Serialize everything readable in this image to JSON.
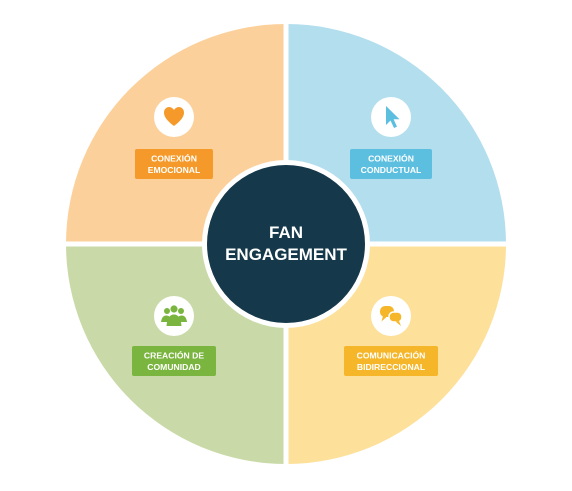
{
  "center": {
    "title_line1": "FAN",
    "title_line2": "ENGAGEMENT",
    "color": "#15384a"
  },
  "quadrants": [
    {
      "id": "emocional",
      "label_line1": "CONEXIÓN",
      "label_line2": "EMOCIONAL",
      "icon": "heart-icon",
      "fill": "#fcd09b",
      "badge": "#f59a2a"
    },
    {
      "id": "conductual",
      "label_line1": "CONEXIÓN",
      "label_line2": "CONDUCTUAL",
      "icon": "cursor-icon",
      "fill": "#b3deee",
      "badge": "#5cbfe0"
    },
    {
      "id": "comunidad",
      "label_line1": "CREACIÓN DE",
      "label_line2": "COMUNIDAD",
      "icon": "people-icon",
      "fill": "#c9daa8",
      "badge": "#7ab53f"
    },
    {
      "id": "bidireccional",
      "label_line1": "COMUNICACIÓN",
      "label_line2": "BIDIRECCIONAL",
      "icon": "chat-icon",
      "fill": "#fde09a",
      "badge": "#f6b629"
    }
  ]
}
